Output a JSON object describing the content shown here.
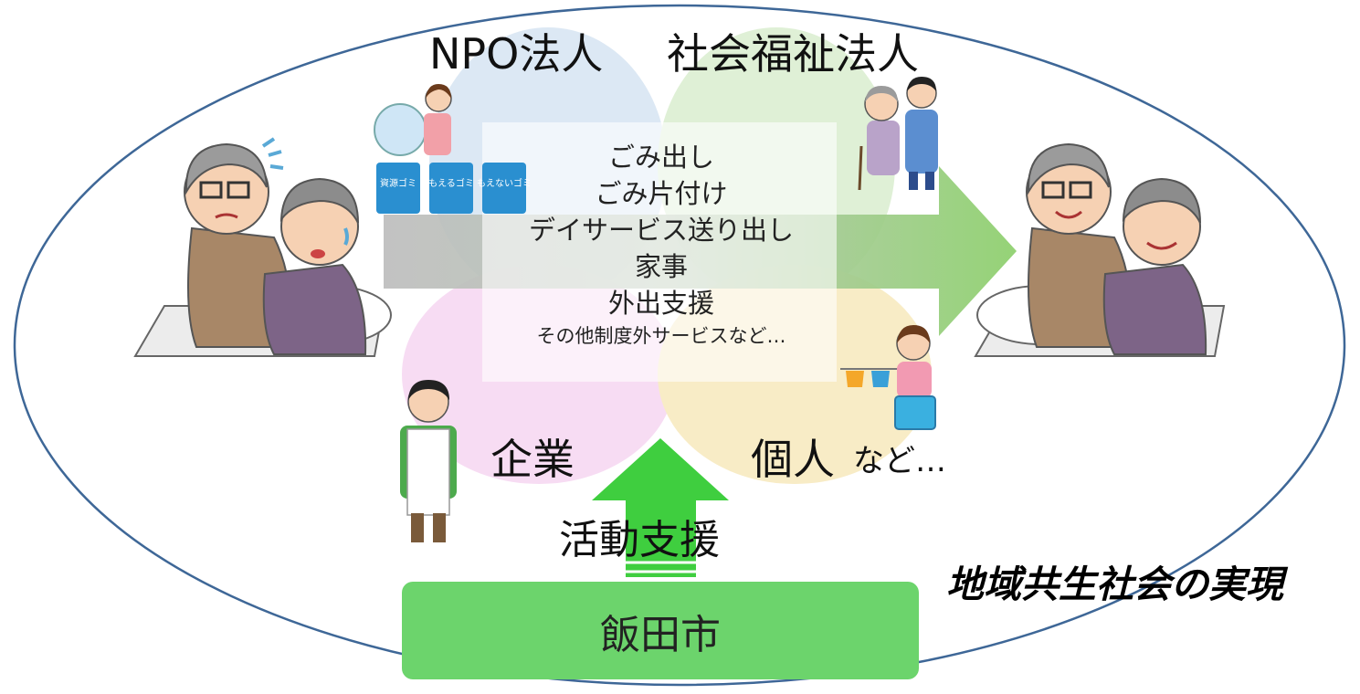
{
  "sectors": {
    "npo": "NPO法人",
    "welfare": "社会福祉法人",
    "company": "企業",
    "individual": "個人",
    "etc": "など…"
  },
  "services": [
    "ごみ出し",
    "ごみ片付け",
    "デイサービス送り出し",
    "家事",
    "外出支援"
  ],
  "services_small": "その他制度外サービスなど…",
  "support": "活動支援",
  "city": "飯田市",
  "goal": "地域共生社会の実現",
  "bins": [
    "資源ゴミ",
    "もえるゴミ",
    "もえないゴミ"
  ],
  "colors": {
    "npo_petal": "#dce8f4",
    "welfare_petal": "#dff0d6",
    "company_petal": "#f7dcf3",
    "individual_petal": "#f8ecc6",
    "arrow_green": "#8ccf6b",
    "support_arrow": "#3fce3f",
    "city_box": "#6cd46c",
    "ellipse_stroke": "#3e6797"
  },
  "icons": [
    "worried-elderly-couple-icon",
    "happy-elderly-couple-icon",
    "trash-bag-woman-icon",
    "recycling-bins-icon",
    "caregiver-with-elderly-icon",
    "laundry-woman-icon",
    "shop-clerk-icon"
  ]
}
